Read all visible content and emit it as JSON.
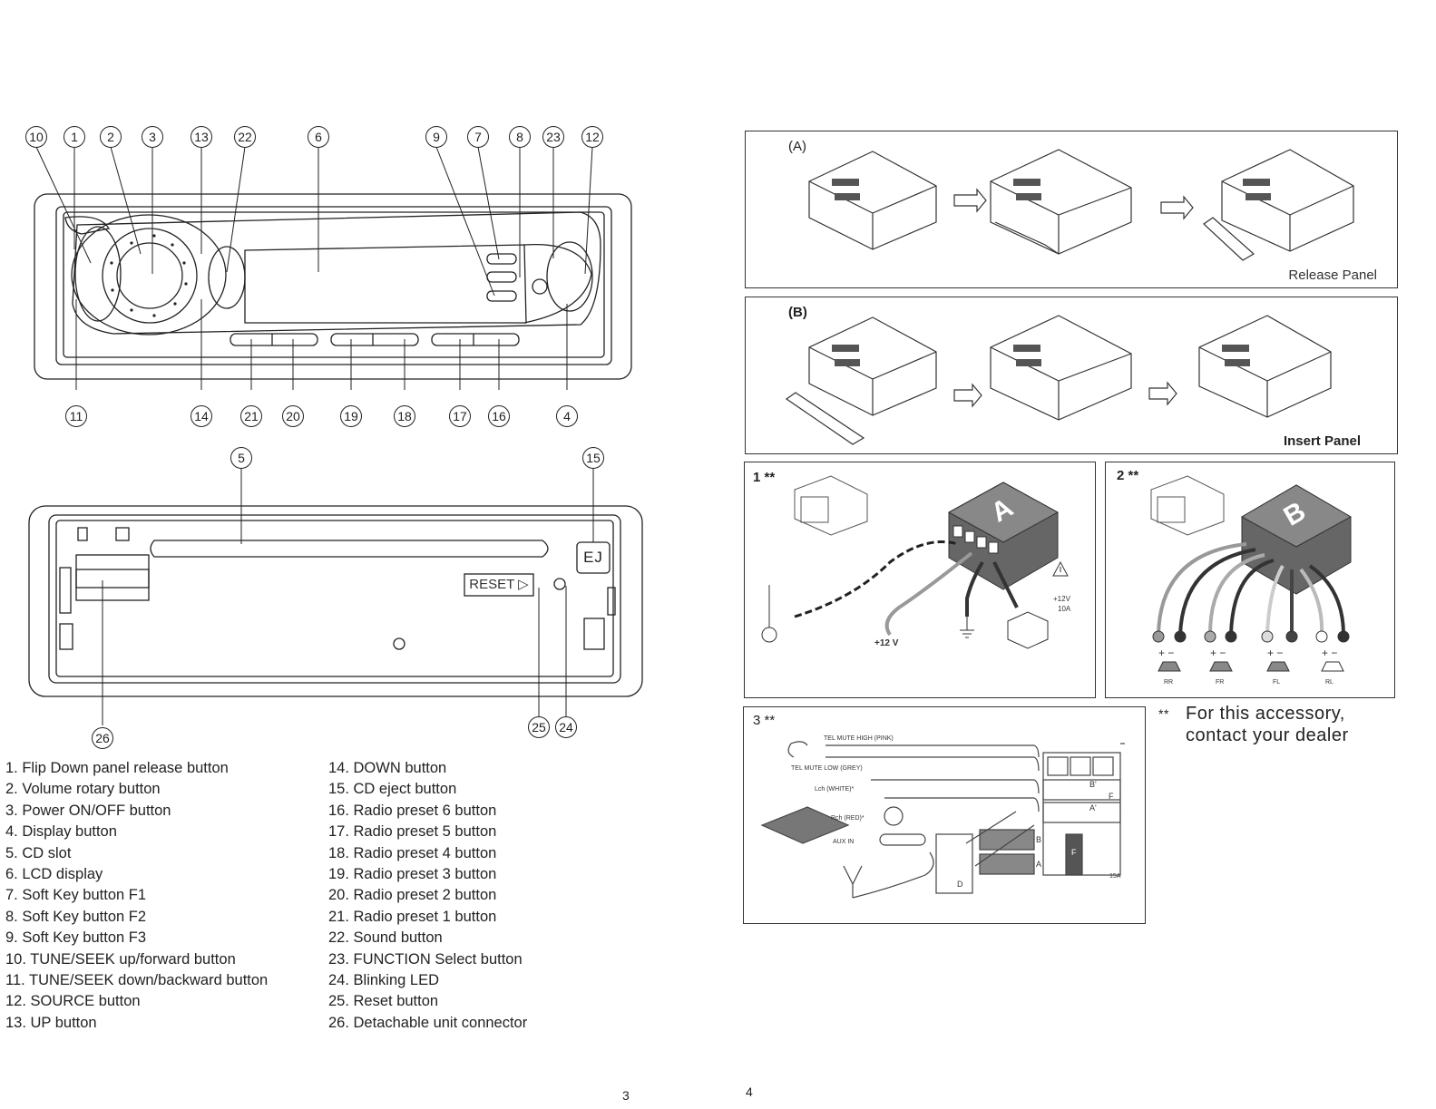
{
  "callouts_front_top": [
    "10",
    "1",
    "2",
    "3",
    "13",
    "22",
    "6",
    "9",
    "7",
    "8",
    "23",
    "12"
  ],
  "callouts_front_bottom": [
    "11",
    "14",
    "21",
    "20",
    "19",
    "18",
    "17",
    "16",
    "4"
  ],
  "callouts_chassis": {
    "slot": "5",
    "eject": "15",
    "connector": "26",
    "reset": "25",
    "led": "24"
  },
  "chassis": {
    "eject_label": "EJ",
    "reset_label": "RESET ▷"
  },
  "legend_left": [
    "1.   Flip Down panel release button",
    "2.   Volume rotary button",
    "3.   Power ON/OFF button",
    "4.   Display button",
    "5.   CD slot",
    "6.   LCD display",
    "7.   Soft Key button F1",
    "8.   Soft Key button F2",
    "9.   Soft Key button F3",
    "10. TUNE/SEEK up/forward button",
    "11. TUNE/SEEK down/backward button",
    "12. SOURCE button",
    "13. UP button"
  ],
  "legend_right": [
    "14. DOWN button",
    "15. CD eject button",
    "16. Radio preset 6 button",
    "17. Radio preset 5 button",
    "18. Radio preset 4 button",
    "19. Radio preset 3 button",
    "20. Radio preset 2 button",
    "21. Radio preset 1 button",
    "22. Sound button",
    "23. FUNCTION Select button",
    "24. Blinking LED",
    "25. Reset button",
    "26. Detachable unit connector"
  ],
  "panel_a": {
    "tag": "(A)",
    "caption": "Release Panel"
  },
  "panel_b": {
    "tag": "(B)",
    "caption": "Insert Panel"
  },
  "wiring1": {
    "tag": "1 **",
    "box_letter": "A",
    "plus12v": "+12 V",
    "fuse": "+12V",
    "fuse_amp": "10A"
  },
  "wiring2": {
    "tag": "2 **",
    "box_letter": "B",
    "polarity": "+  −",
    "speakers": [
      "RR",
      "FR",
      "FL",
      "RL"
    ]
  },
  "wiring3": {
    "tag": "3 **",
    "tel_high": "TEL MUTE HIGH (PINK)",
    "tel_low": "TEL MUTE LOW (GREY)",
    "lch": "Lch (WHITE)*",
    "rch": "Rch (RED)*",
    "aux": "AUX IN",
    "conn_b": "B'",
    "conn_a": "A'",
    "conn_f": "F",
    "plug_b": "B",
    "plug_a": "A",
    "plug_d": "D",
    "plug_f": "F",
    "amp": "15A"
  },
  "accessory_note": {
    "stars": "**",
    "line1": "For this accessory,",
    "line2": "contact your dealer"
  },
  "page_numbers": {
    "left": "3",
    "right": "4"
  },
  "colors": {
    "ink": "#222222",
    "box_gray": "#5a5a5a",
    "wire_red": "#999999",
    "wire_dark": "#333333"
  }
}
